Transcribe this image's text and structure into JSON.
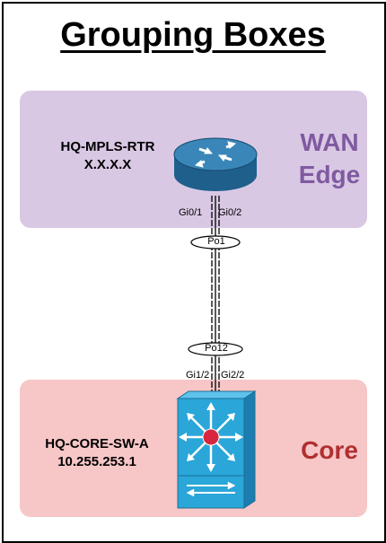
{
  "title": "Grouping Boxes",
  "groups": {
    "wan": {
      "label_line1": "WAN",
      "label_line2": "Edge",
      "color": "#d9c8e4",
      "label_color": "#7f5aa0"
    },
    "core": {
      "label": "Core",
      "color": "#f7c6c7",
      "label_color": "#b02f2f"
    }
  },
  "devices": {
    "router": {
      "name": "HQ-MPLS-RTR",
      "ip": "X.X.X.X",
      "icon": "router-icon",
      "color": "#1f5f8b"
    },
    "switch": {
      "name": "HQ-CORE-SW-A",
      "ip": "10.255.253.1",
      "icon": "multilayer-switch-icon",
      "color": "#2aa6d8"
    }
  },
  "links": {
    "router_ports": [
      "Gi0/1",
      "Gi0/2"
    ],
    "switch_ports": [
      "Gi1/2",
      "Gi2/2"
    ],
    "router_portchannel": "Po1",
    "switch_portchannel": "Po12"
  }
}
